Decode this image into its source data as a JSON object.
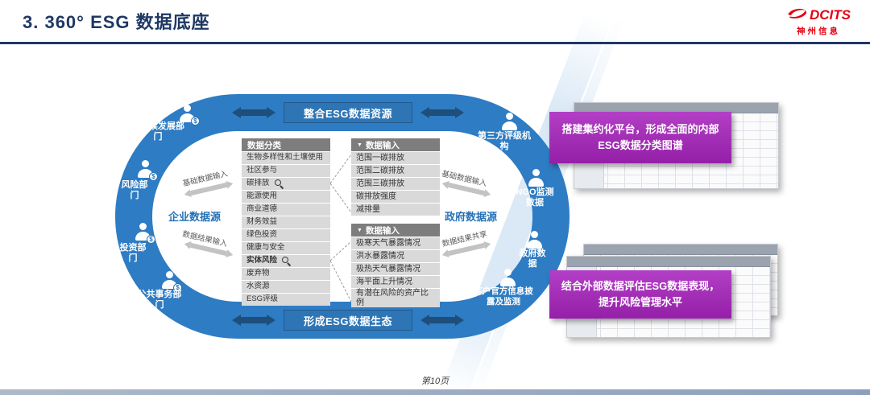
{
  "header": {
    "title": "3. 360° ESG 数据底座"
  },
  "logo": {
    "name": "DCITS",
    "subtitle": "神州信息"
  },
  "diagram": {
    "top_banner": "整合ESG数据资源",
    "bottom_banner": "形成ESG数据生态",
    "left_nodes": [
      "可持续发展部门",
      "风险部门",
      "投资部门",
      "公共事务部门"
    ],
    "right_nodes": [
      "第三方评级机构",
      "NGO监测数据",
      "政府数据",
      "客户官方信息披露及监测"
    ],
    "left_source": "企业数据源",
    "right_source": "政府数据源",
    "flows": {
      "left_top": "基础数据输入",
      "left_bottom": "数据结果输入",
      "right_top": "基础数据输入",
      "right_bottom": "数据结果共享"
    },
    "table": {
      "category_header": "数据分类",
      "categories": [
        "生物多样性和土壤使用",
        "社区参与",
        "碳排放",
        "能源使用",
        "商业道德",
        "财务效益",
        "绿色投资",
        "健康与安全",
        "实体风险",
        "废弃物",
        "水资源",
        "ESG评级"
      ],
      "input_header": "数据输入",
      "input_block1": [
        "范围一碳排放",
        "范围二碳排放",
        "范围三碳排放",
        "碳排放强度",
        "减排量"
      ],
      "input_block2": [
        "极寒天气暴露情况",
        "洪水暴露情况",
        "极热天气暴露情况",
        "海平面上升情况",
        "有潜在风险的资产比例"
      ]
    }
  },
  "callouts": [
    {
      "text": "搭建集约化平台，形成全面的内部ESG数据分类图谱"
    },
    {
      "text": "结合外部数据评估ESG数据表现，提升风险管理水平"
    }
  ],
  "footer": {
    "page": "第10页"
  },
  "icons": {
    "dollar_badge": "$",
    "input_marker": "▼"
  },
  "colors": {
    "title_navy": "#1F3864",
    "ring_blue": "#2E7CC3",
    "banner_blue": "#2E75B6",
    "arrow_navy": "#1E4E79",
    "callout_purple": "#A22FB8",
    "table_header_gray": "#7D7D7D",
    "table_row_gray": "#D9D9D9",
    "logo_red": "#E60012"
  }
}
